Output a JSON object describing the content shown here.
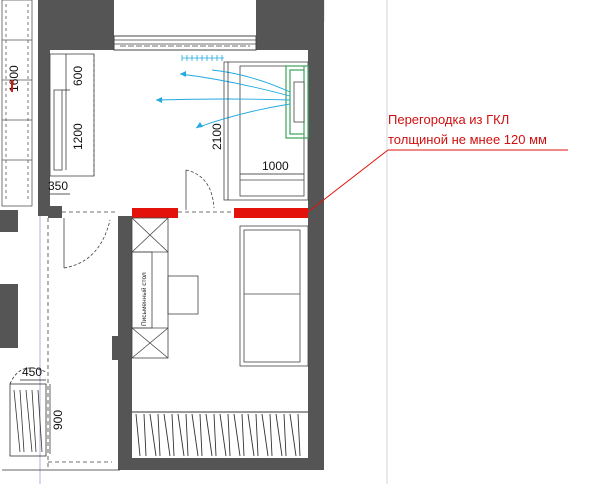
{
  "dimensions": {
    "d1600": "1600",
    "d600": "600",
    "d1200": "1200",
    "d350": "350",
    "d2100": "2100",
    "d1000": "1000",
    "d450": "450",
    "d900": "900"
  },
  "labels": {
    "desk": "Письменный стол"
  },
  "annotation": {
    "line1": "Перегородка из ГКЛ",
    "line2": "толщиной не мнее 120 мм"
  },
  "colors": {
    "wall": "#555555",
    "partition": "#e3120b",
    "annotation": "#d01010",
    "airflow": "#21a9e0",
    "cabinet": "#3aa35a"
  }
}
